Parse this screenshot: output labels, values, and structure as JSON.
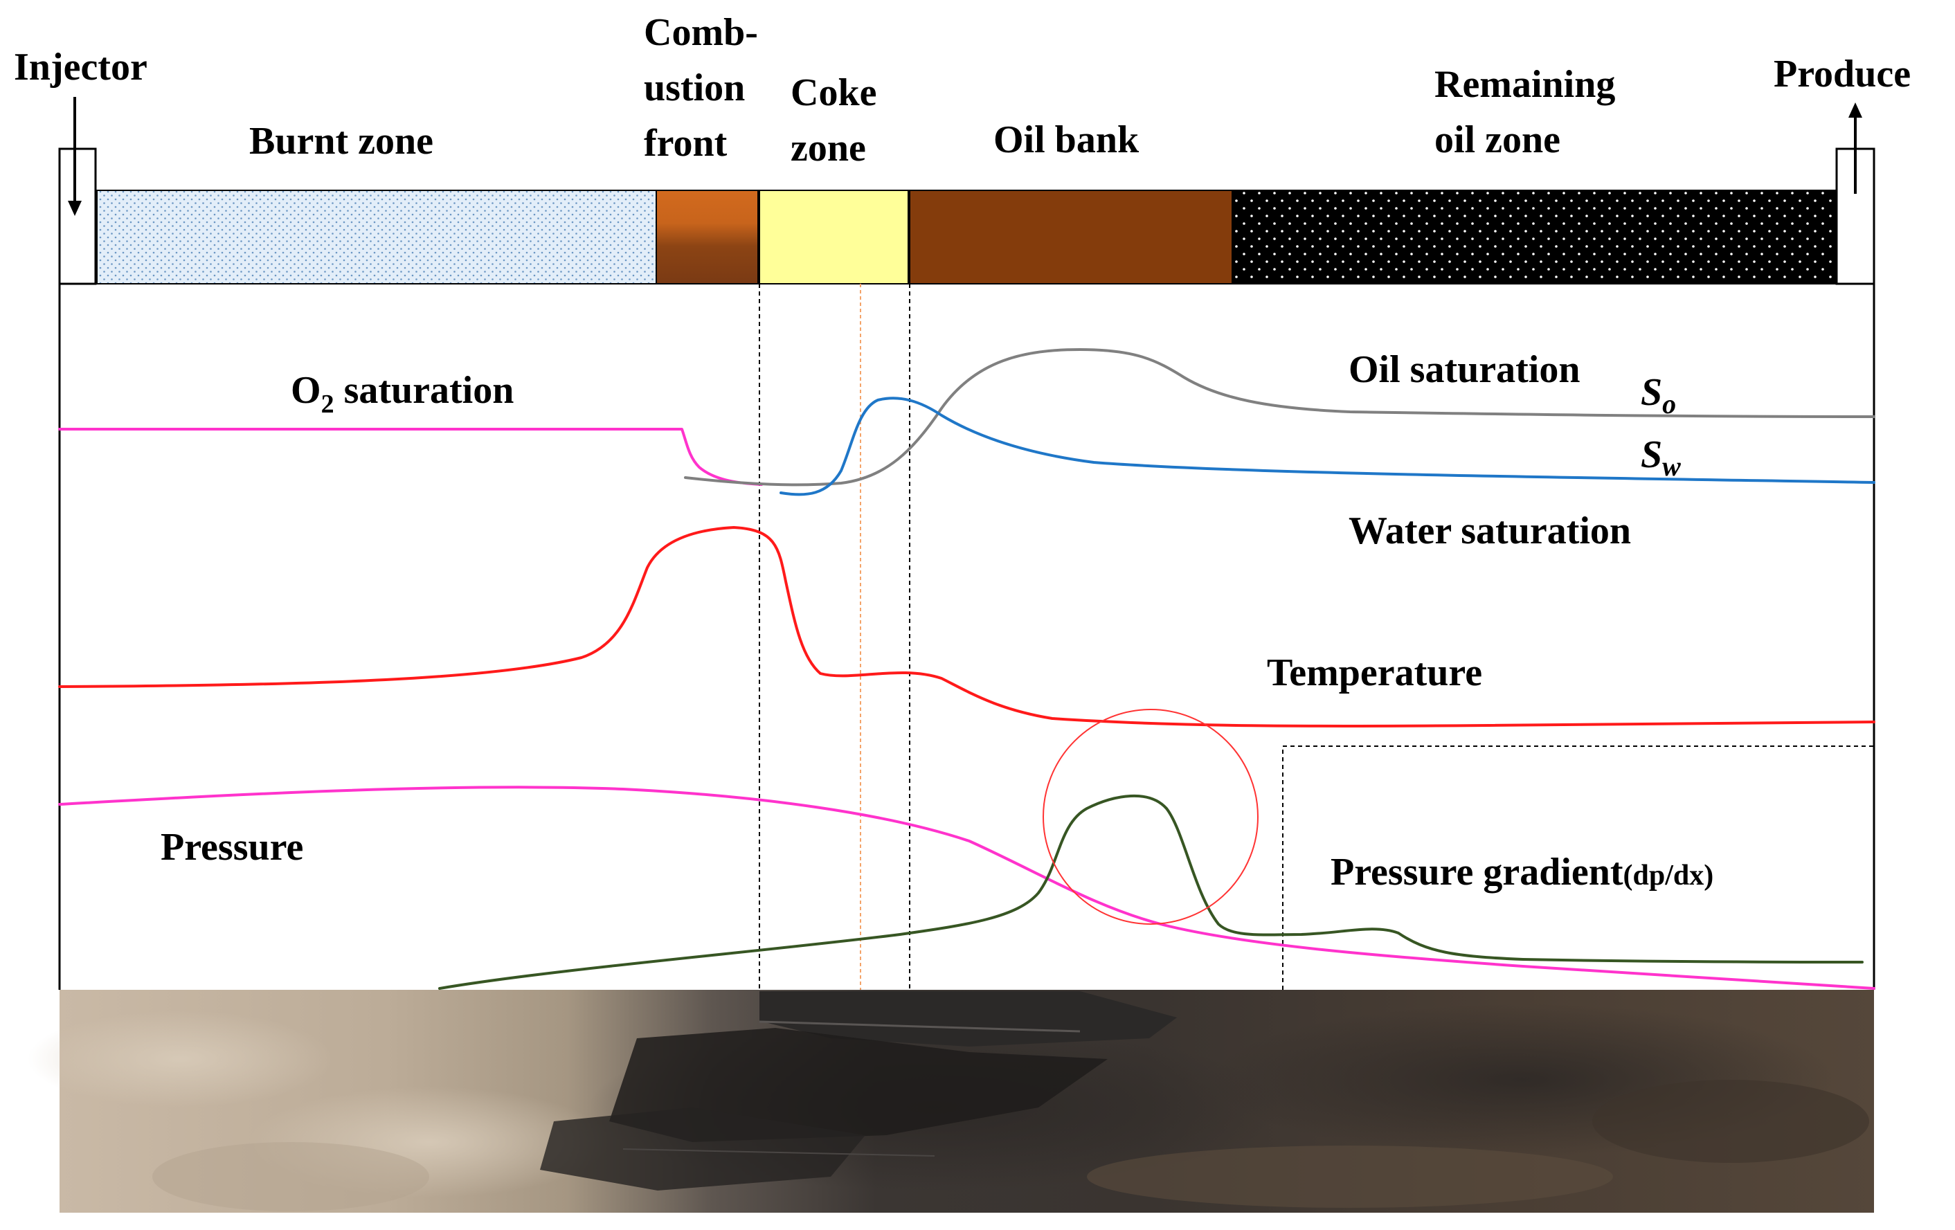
{
  "labels": {
    "injector": "Injector",
    "producer": "Produce",
    "burnt_zone": "Burnt zone",
    "combustion_front_1": "Comb-",
    "combustion_front_2": "ustion",
    "combustion_front_3": "front",
    "coke_zone_1": "Coke",
    "coke_zone_2": "zone",
    "oil_bank": "Oil bank",
    "remaining_oil_1": "Remaining",
    "remaining_oil_2": "oil zone"
  },
  "curves": {
    "o2_saturation_prefix": "O",
    "o2_saturation_sub": "2",
    "o2_saturation_suffix": " saturation",
    "oil_saturation": "Oil saturation",
    "so_symbol": "S",
    "so_sub": "o",
    "sw_symbol": "S",
    "sw_sub": "w",
    "water_saturation": "Water saturation",
    "temperature": "Temperature",
    "pressure": "Pressure",
    "pressure_gradient": "Pressure gradient",
    "pressure_gradient_unit": "(dp/dx)"
  },
  "colors": {
    "burnt_zone": "#e3eef9",
    "burnt_dots": "#6b97c4",
    "combustion_front_top": "#c8641c",
    "combustion_front_bottom": "#7a3a14",
    "coke_zone": "#ffff99",
    "oil_bank": "#843c0c",
    "remaining_oil": "#000000",
    "o2_curve": "#ff33cc",
    "oil_saturation_curve": "#808080",
    "water_saturation_curve": "#1f77c8",
    "temperature_curve": "#ff1a1a",
    "pressure_curve": "#ff33cc",
    "pressure_gradient_curve": "#375623",
    "highlight_circle": "#ff3333"
  }
}
